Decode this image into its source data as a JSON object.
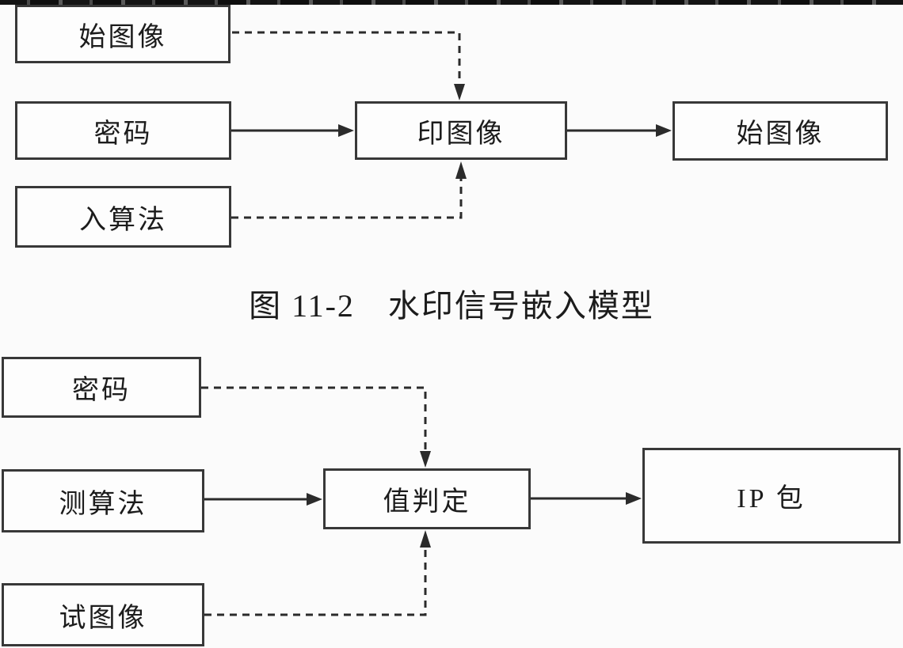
{
  "page": {
    "background_color": "#fbfbfb",
    "box_border_color": "#383838",
    "connector_color": "#2b2b2b",
    "text_color": "#1c1c1c"
  },
  "figure_embed": {
    "boxes": {
      "original_image": "始图像",
      "key": "密码",
      "algorithm": "入算法",
      "process": "印图像",
      "output": "始图像"
    },
    "caption": "图 11-2　水印信号嵌入模型"
  },
  "figure_detect": {
    "boxes": {
      "key": "密码",
      "algorithm": "测算法",
      "test_image": "试图像",
      "process": "值判定",
      "output": "IP 包"
    }
  }
}
